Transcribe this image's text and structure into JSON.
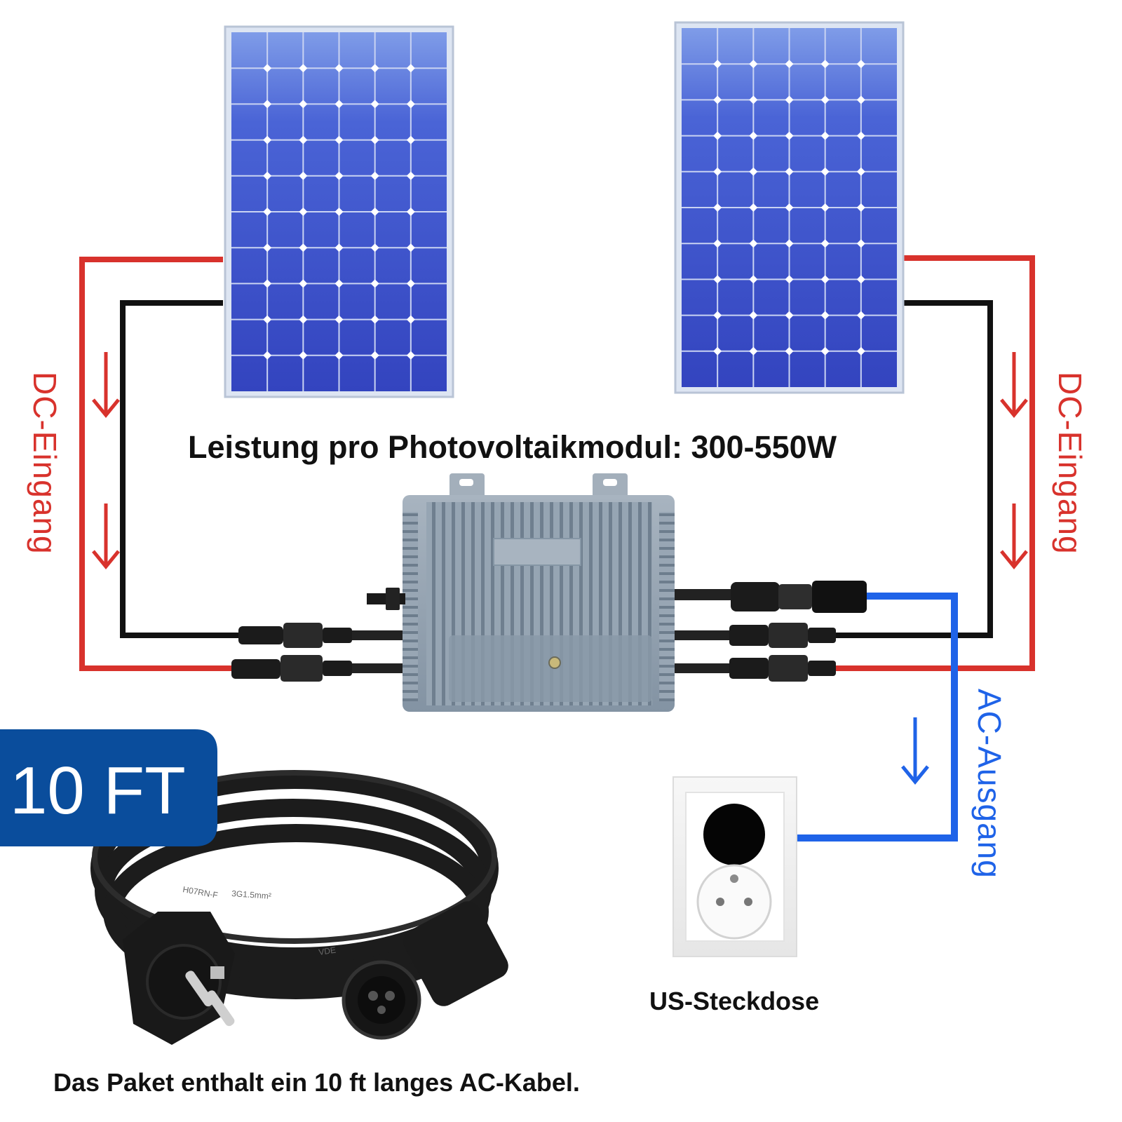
{
  "headline": "Leistung pro Photovoltaikmodul: 300-550W",
  "dc_input_left": "DC-Eingang",
  "dc_input_right": "DC-Eingang",
  "ac_output": "AC-Ausgang",
  "badge": "10 FT",
  "outlet_label": "US-Steckdose",
  "package_note": "Das Paket enthalt ein 10 ft langes AC-Kabel.",
  "cable_print": {
    "a": "H07RN-F",
    "b": "3G1.5mm²",
    "c": "VDE"
  },
  "colors": {
    "dc_positive": "#d8322c",
    "dc_negative": "#111111",
    "ac_line": "#1f63e8",
    "badge_bg": "#0a4d9c",
    "panel_cell": "#3b52c9"
  }
}
